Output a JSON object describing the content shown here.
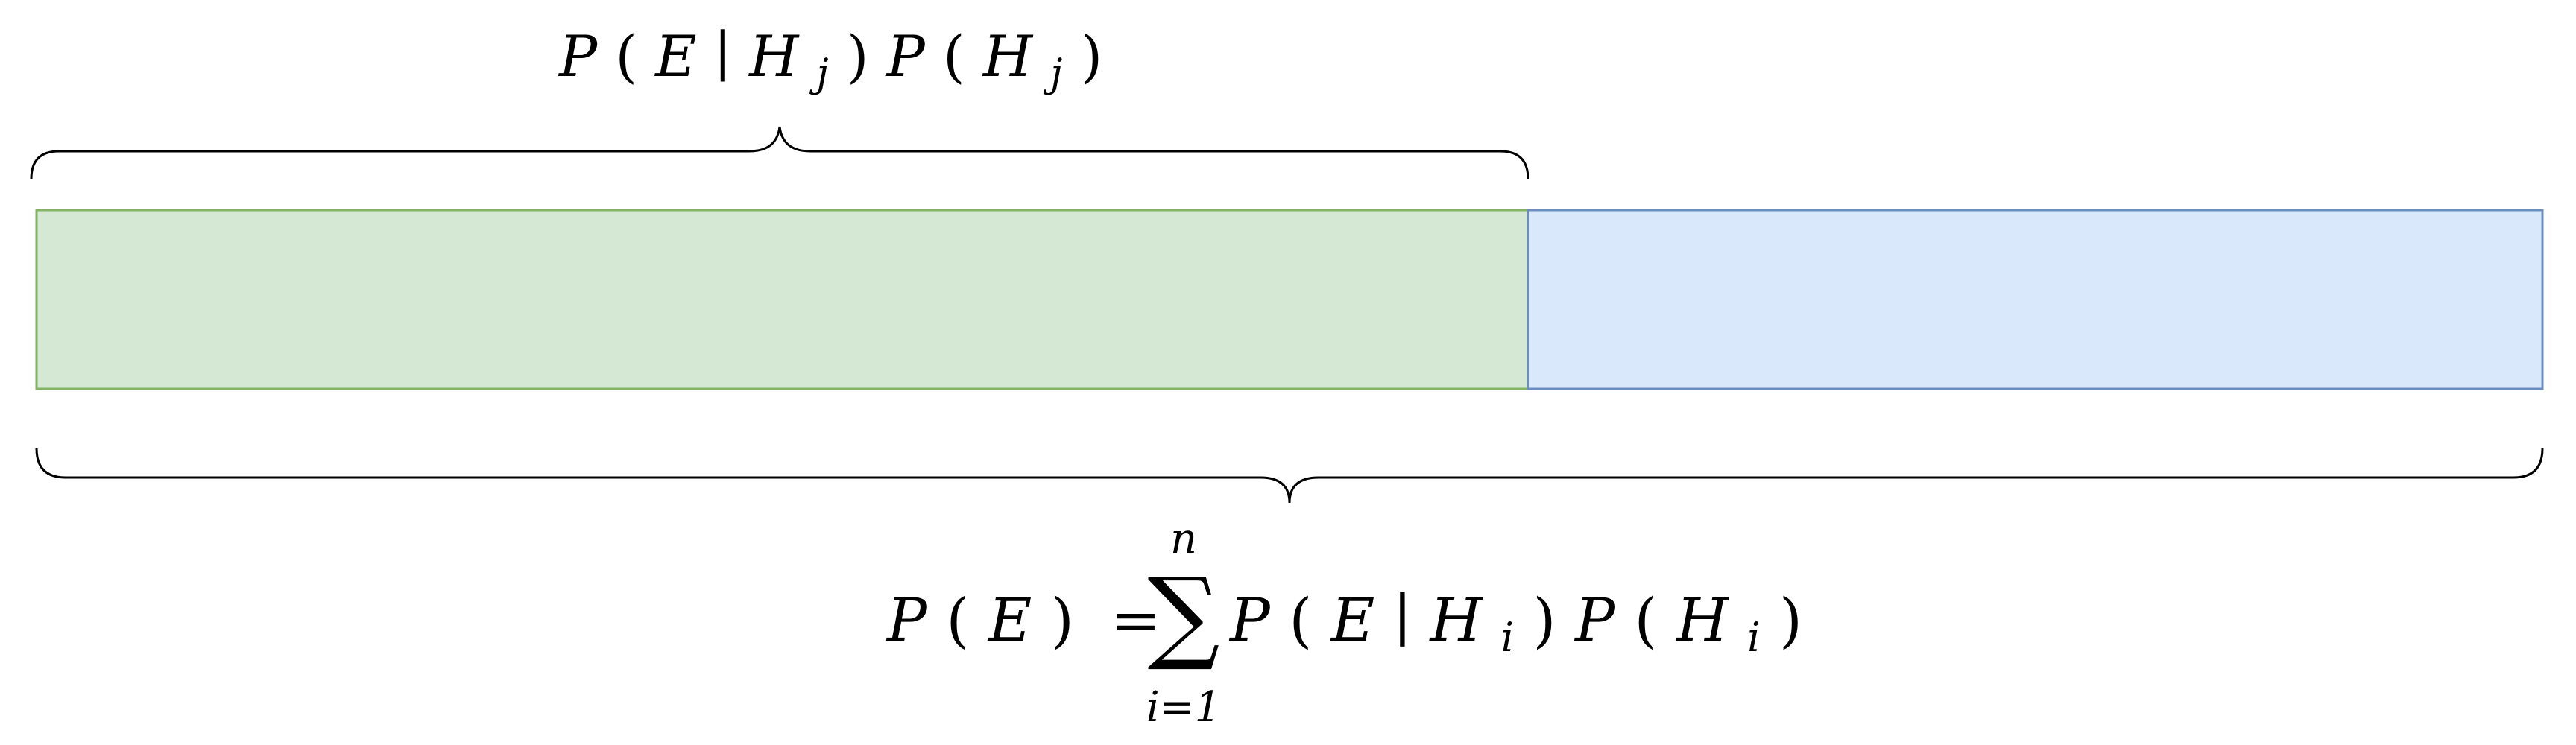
{
  "top_label": {
    "p1": "P",
    "open1": "(",
    "e": "E",
    "bar": "∣",
    "h1": "H",
    "j1": "j",
    "close1": ")",
    "p2": "P",
    "open2": "(",
    "h2": "H",
    "j2": "j",
    "close2": ")"
  },
  "bottom_label": {
    "p1": "P",
    "open1": "(",
    "e1": "E",
    "close1": ")",
    "eq": "=",
    "sum_upper": "n",
    "sigma": "∑",
    "sum_lower": "i=1",
    "p2": "P",
    "open2": "(",
    "e2": "E",
    "bar": "∣",
    "h1": "H",
    "i1": "i",
    "close2": ")",
    "p3": "P",
    "open3": "(",
    "h2": "H",
    "i2": "i",
    "close3": ")"
  },
  "colors": {
    "green_fill": "#d5e8d4",
    "green_stroke": "#82b366",
    "blue_fill": "#dae8fc",
    "blue_stroke": "#6c8ebf",
    "brace": "#000000"
  }
}
